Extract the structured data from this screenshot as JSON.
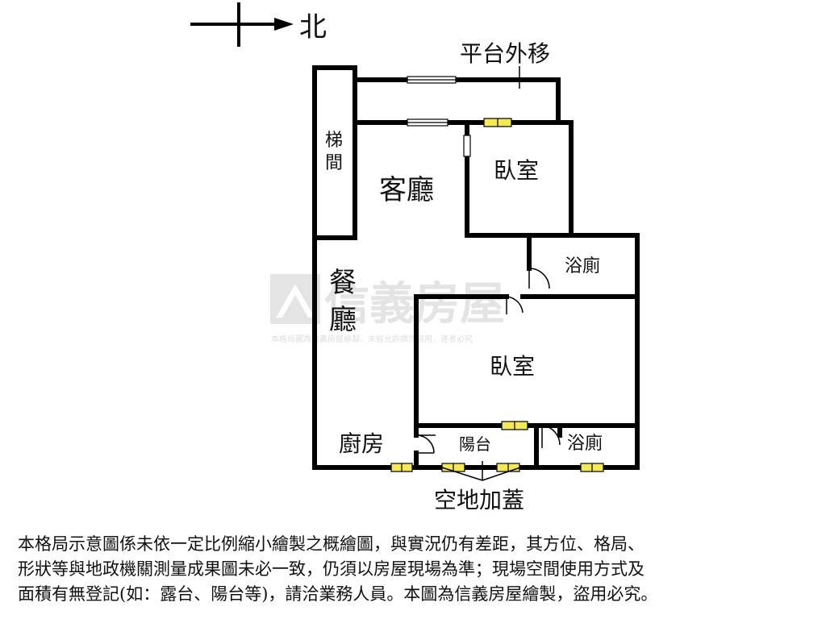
{
  "compass": {
    "direction_label": "北"
  },
  "rooms": {
    "platform_moved_out": "平台外移",
    "stairwell": "梯間",
    "living_room": "客廳",
    "bedroom_north": "臥室",
    "bathroom_north": "浴廁",
    "dining_room": "餐廳",
    "bedroom_main": "臥室",
    "kitchen": "廚房",
    "balcony": "陽台",
    "bathroom_south": "浴廁",
    "vacant_land_addition": "空地加蓋"
  },
  "watermark": {
    "brand": "信義房屋",
    "note": "本格局圖為信義房屋繪製，未經允許請勿盜用，違者必究"
  },
  "colors": {
    "wall": "#000000",
    "window_fill": "#f2e85a",
    "watermark": "#cfcfcf"
  },
  "disclaimer": {
    "line1": "本格局示意圖係未依一定比例縮小繪製之概繪圖，與實況仍有差距，其方位、格局、",
    "line2": "形狀等與地政機關測量成果圖未必一致，仍須以房屋現場為準；現場空間使用方式及",
    "line3": "面積有無登記(如：露台、陽台等)，請洽業務人員。本圖為信義房屋繪製，盜用必究。"
  }
}
